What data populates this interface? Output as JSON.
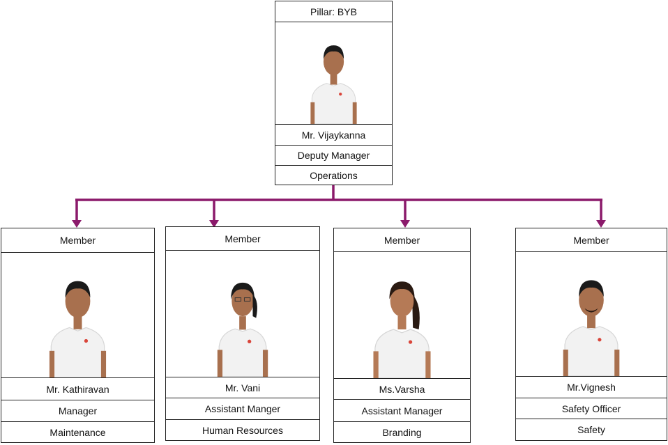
{
  "top": {
    "pillar": "Pillar: BYB",
    "name": "Mr. Vijaykanna",
    "role": "Deputy Manager",
    "dept": "Operations",
    "photo_icon": "person-photo-icon"
  },
  "members": [
    {
      "header": "Member",
      "name": "Mr. Kathiravan",
      "role": "Manager",
      "dept": "Maintenance",
      "photo_icon": "person-photo-icon"
    },
    {
      "header": "Member",
      "name": "Mr. Vani",
      "role": "Assistant Manger",
      "dept": "Human  Resources",
      "photo_icon": "person-photo-icon"
    },
    {
      "header": "Member",
      "name": "Ms.Varsha",
      "role": "Assistant Manager",
      "dept": "Branding",
      "photo_icon": "person-photo-icon"
    },
    {
      "header": "Member",
      "name": "Mr.Vignesh",
      "role": "Safety Officer",
      "dept": "Safety",
      "photo_icon": "person-photo-icon"
    }
  ],
  "colors": {
    "connector": "#8b1a6b",
    "border": "#222222",
    "shirt": "#f2f2f2",
    "skin": "#a8704e",
    "hair": "#1a1a1a",
    "logo": "#d9453a"
  }
}
